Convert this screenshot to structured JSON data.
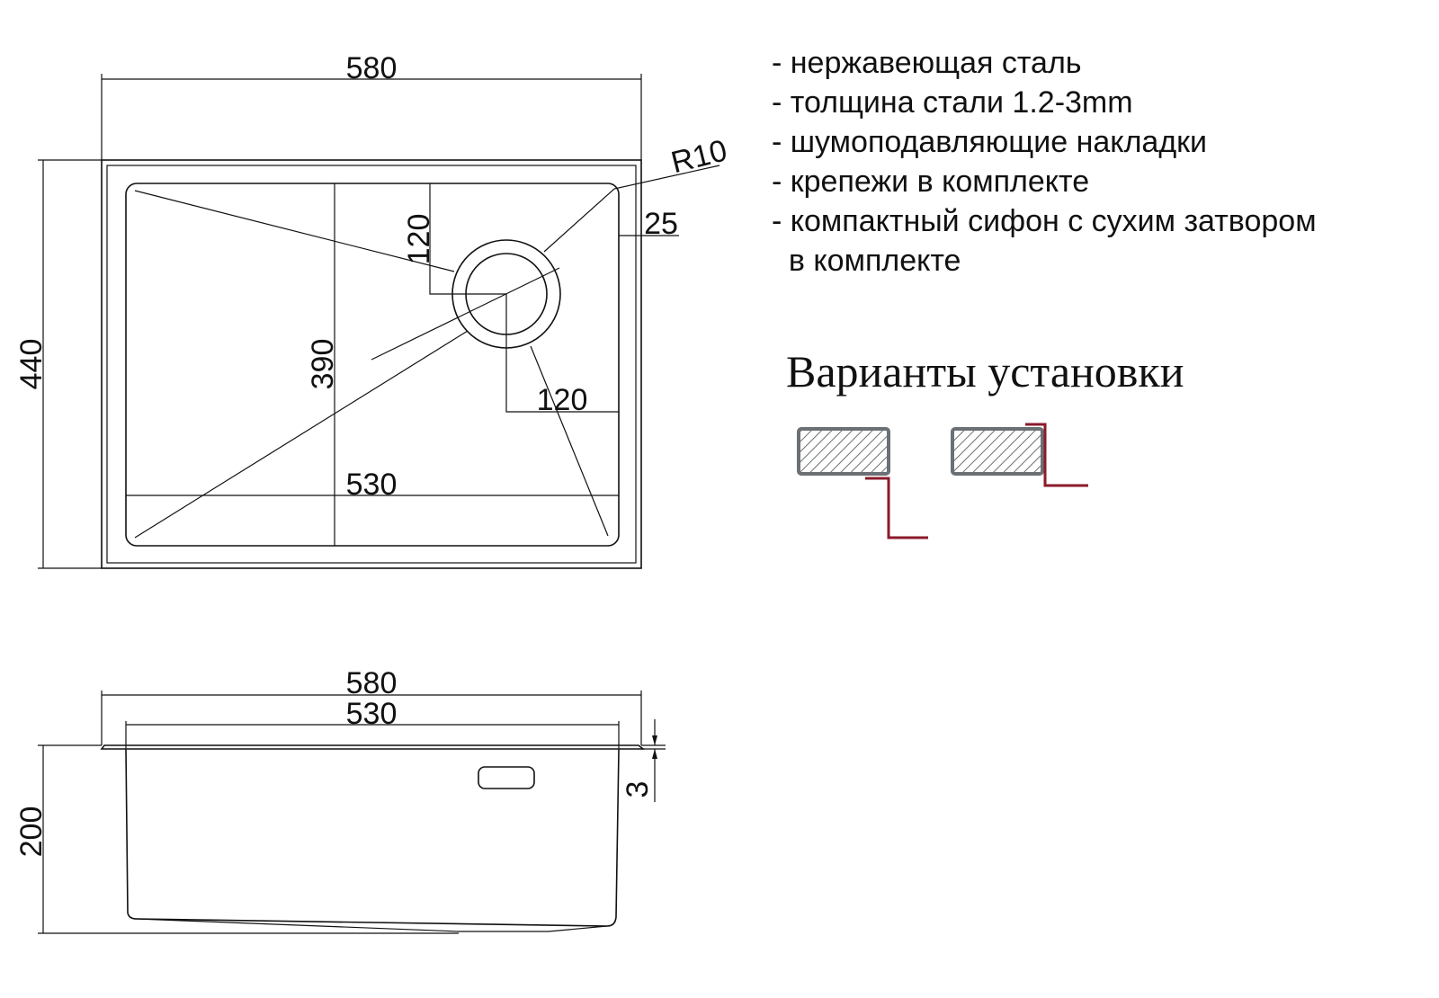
{
  "top_view": {
    "width_label": "580",
    "depth_label": "440",
    "radius_label": "R10",
    "rim_label": "25",
    "drain_offset_y_label": "120",
    "bowl_depth_label": "390",
    "drain_offset_x_label": "120",
    "bowl_width_label": "530"
  },
  "side_view": {
    "width_label": "580",
    "bowl_width_label": "530",
    "thickness_label": "3",
    "height_label": "200"
  },
  "specs": [
    "- нержавеющая сталь",
    "- толщина стали 1.2-3mm",
    "- шумоподавляющие накладки",
    "- крепежи в комплекте",
    "- компактный сифон с сухим затвором",
    "  в комплекте"
  ],
  "install": {
    "title": "Варианты установки",
    "colors": {
      "countertop": "#6b7074",
      "sink": "#8b1a2b"
    }
  }
}
